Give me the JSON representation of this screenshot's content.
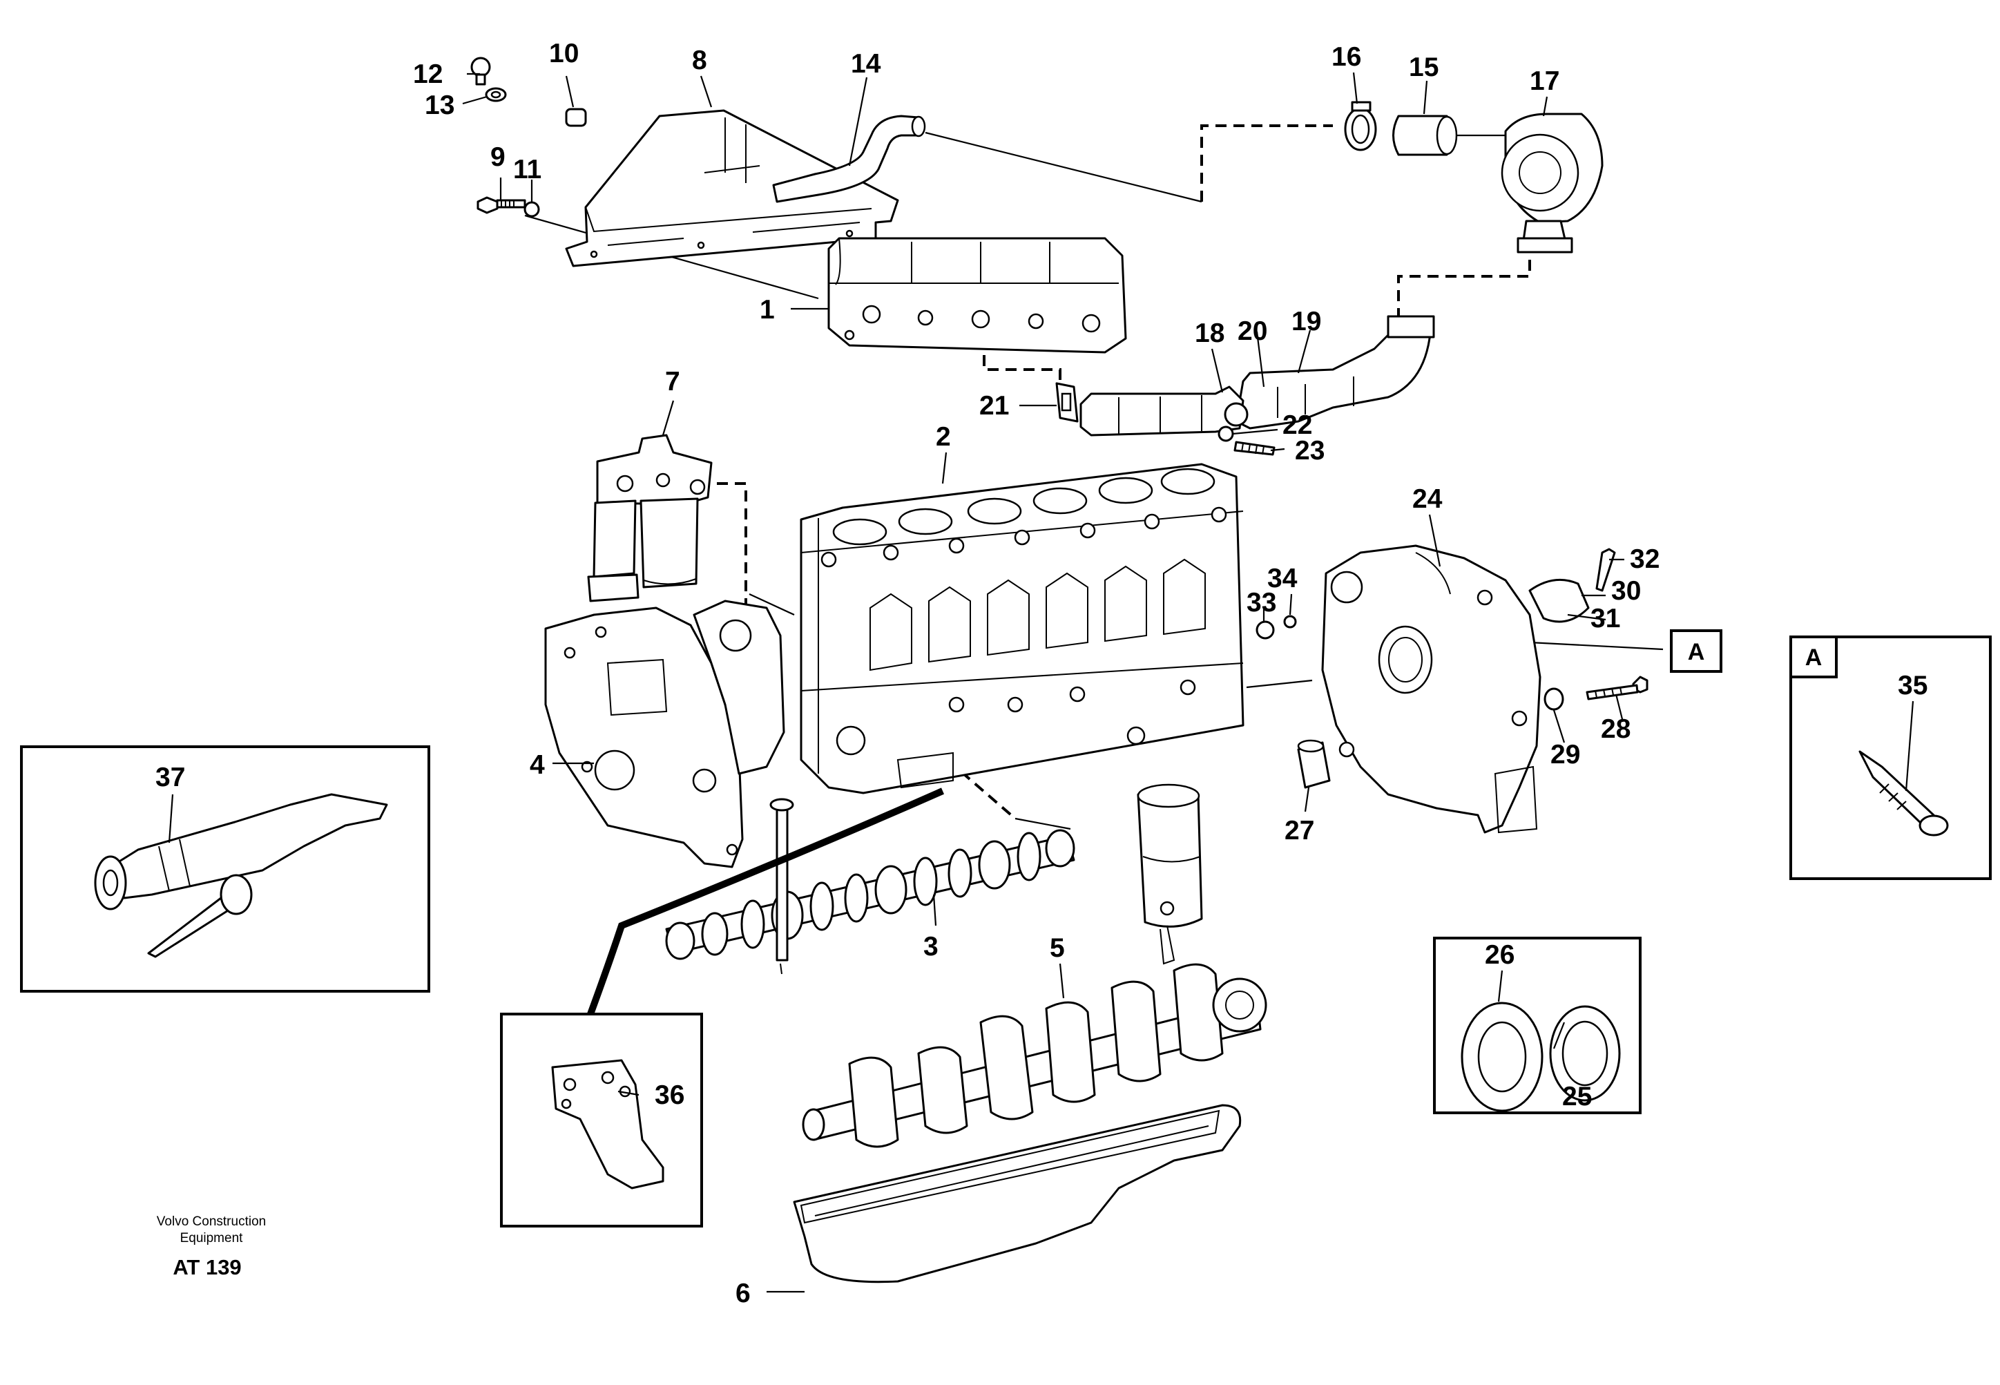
{
  "callouts": {
    "n1": "1",
    "n2": "2",
    "n3": "3",
    "n4": "4",
    "n5": "5",
    "n6": "6",
    "n7": "7",
    "n8": "8",
    "n9": "9",
    "n10": "10",
    "n11": "11",
    "n12": "12",
    "n13": "13",
    "n14": "14",
    "n15": "15",
    "n16": "16",
    "n17": "17",
    "n18": "18",
    "n19": "19",
    "n20": "20",
    "n21": "21",
    "n22": "22",
    "n23": "23",
    "n24": "24",
    "n25": "25",
    "n26": "26",
    "n27": "27",
    "n28": "28",
    "n29": "29",
    "n30": "30",
    "n31": "31",
    "n32": "32",
    "n33": "33",
    "n34": "34",
    "n35": "35",
    "n36": "36",
    "n37": "37"
  },
  "reference": {
    "marker": "A",
    "detail_label": "A"
  },
  "footer": {
    "company_line1": "Volvo Construction",
    "company_line2": "Equipment",
    "drawing_code": "AT 139"
  }
}
